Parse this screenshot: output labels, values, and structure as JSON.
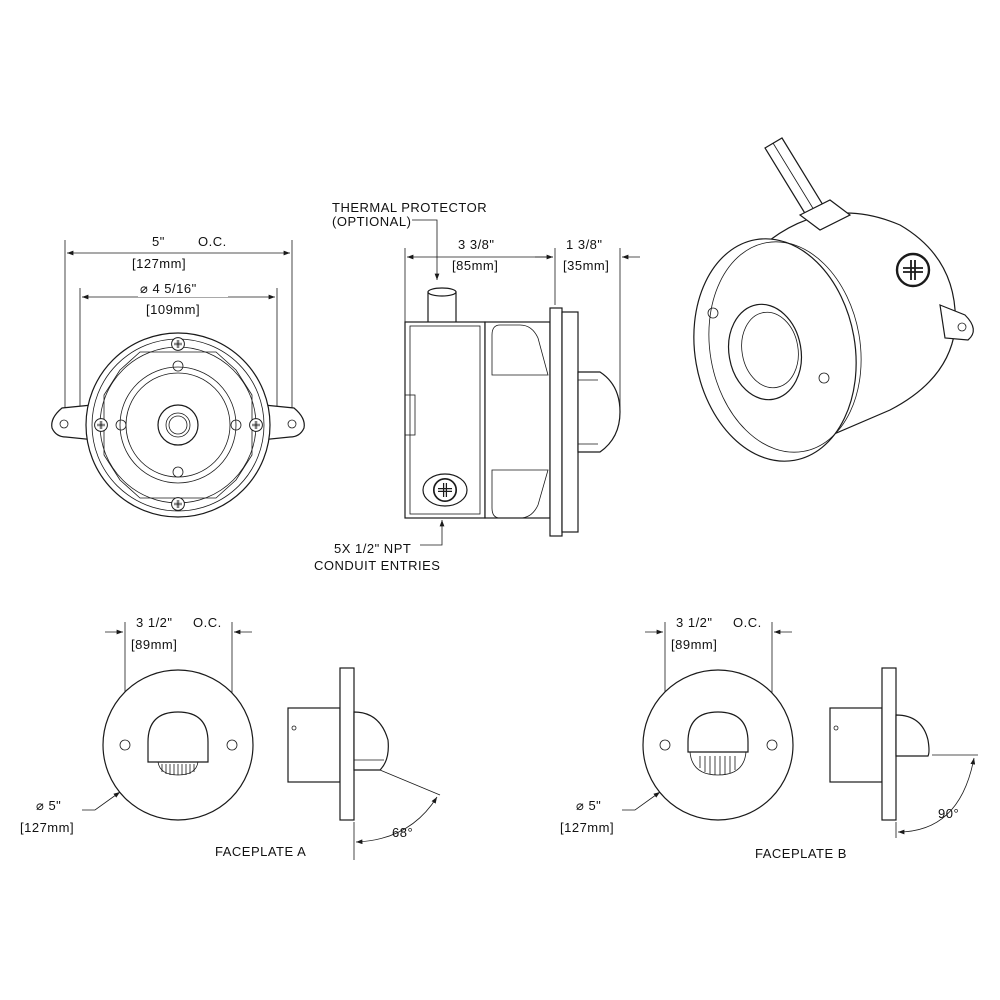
{
  "top_view": {
    "oc_value": "5\"",
    "oc_label": "O.C.",
    "oc_mm": "[127mm]",
    "dia_value": "⌀ 4 5/16\"",
    "dia_mm": "[109mm]"
  },
  "side_view": {
    "thermal_line1": "THERMAL PROTECTOR",
    "thermal_line2": "(OPTIONAL)",
    "depth_value": "3 3/8\"",
    "depth_mm": "[85mm]",
    "lens_value": "1 3/8\"",
    "lens_mm": "[35mm]",
    "conduit_line1": "5X 1/2\" NPT",
    "conduit_line2": "CONDUIT ENTRIES"
  },
  "faceplate_a": {
    "oc_value": "3 1/2\"",
    "oc_label": "O.C.",
    "oc_mm": "[89mm]",
    "dia_value": "⌀ 5\"",
    "dia_mm": "[127mm]",
    "angle": "68°",
    "caption": "FACEPLATE A"
  },
  "faceplate_b": {
    "oc_value": "3 1/2\"",
    "oc_label": "O.C.",
    "oc_mm": "[89mm]",
    "dia_value": "⌀ 5\"",
    "dia_mm": "[127mm]",
    "angle": "90°",
    "caption": "FACEPLATE B"
  },
  "icons": [
    "screw-cross-icon",
    "mounting-hole-icon",
    "lens-dome-icon"
  ],
  "colors": {
    "line": "#1a1a1a",
    "background": "#ffffff"
  }
}
